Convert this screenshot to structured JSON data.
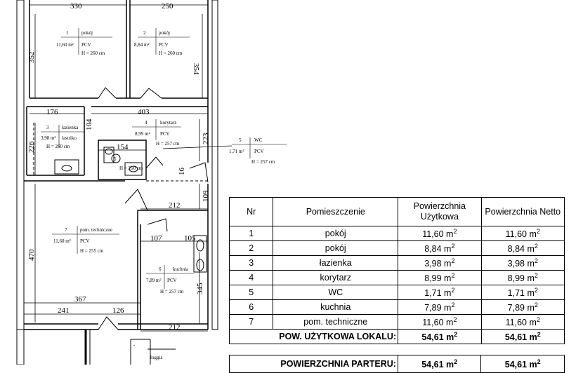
{
  "plan": {
    "dims": {
      "top_left": "330",
      "top_right": "250",
      "room1_h": "352",
      "room2_h": "354",
      "corr_w": "403",
      "bath_w": "176",
      "bath_h": "226",
      "door": "104",
      "wc_w": "154",
      "small16": "16",
      "d223": "223",
      "d109": "109",
      "d212a": "212",
      "d107": "107",
      "d105": "105",
      "d470": "470",
      "d367": "367",
      "d241": "241",
      "d126": "126",
      "d345": "345",
      "d212b": "212"
    },
    "rooms": [
      {
        "nr": "1",
        "name": "pokój",
        "area": "11,60 m²",
        "floor": "PCV",
        "height": "H = 260 cm"
      },
      {
        "nr": "2",
        "name": "pokój",
        "area": "8,84 m²",
        "floor": "PCV",
        "height": "H = 260 cm"
      },
      {
        "nr": "3",
        "name": "łazienka",
        "area": "3,98 m²",
        "floor": "lastriko",
        "height": "H = 260 cm"
      },
      {
        "nr": "4",
        "name": "korytarz",
        "area": "8,99 m²",
        "floor": "PCV",
        "height": "H = 257 cm"
      },
      {
        "nr": "5",
        "name": "WC",
        "area": "1,71 m²",
        "floor": "PCV",
        "height": "H = 257 cm"
      },
      {
        "nr": "6",
        "name": "kuchnia",
        "area": "7,89 m²",
        "floor": "PCV",
        "height": "H = 257 cm"
      },
      {
        "nr": "7",
        "name": "pom. techniczne",
        "area": "11,60 m²",
        "floor": "PCV",
        "height": "H = 255 cm"
      }
    ],
    "wc_circle": "5",
    "wc_inner_h": "H = 260 cm",
    "loggia": "loggia",
    "loggia_dash": "-"
  },
  "table": {
    "headers": {
      "nr": "Nr",
      "room": "Pomieszczenie",
      "usable": "Powierzchnia Użytkowa",
      "net": "Powierzchnia Netto"
    },
    "unit": "m",
    "unit_exp": "2",
    "rows": [
      {
        "nr": "1",
        "room": "pokój",
        "usable": "11,60",
        "net": "11,60"
      },
      {
        "nr": "2",
        "room": "pokój",
        "usable": "8,84",
        "net": "8,84"
      },
      {
        "nr": "3",
        "room": "łazienka",
        "usable": "3,98",
        "net": "3,98"
      },
      {
        "nr": "4",
        "room": "korytarz",
        "usable": "8,99",
        "net": "8,99"
      },
      {
        "nr": "5",
        "room": "WC",
        "usable": "1,71",
        "net": "1,71"
      },
      {
        "nr": "6",
        "room": "kuchnia",
        "usable": "7,89",
        "net": "7,89"
      },
      {
        "nr": "7",
        "room": "pom. techniczne",
        "usable": "11,60",
        "net": "11,60"
      }
    ],
    "total_label": "POW. UŻYTKOWA LOKALU:",
    "total_usable": "54,61",
    "total_net": "54,61",
    "ground_label": "POWIERZCHNIA PARTERU:",
    "ground_usable": "54,61",
    "ground_net": "54,61"
  }
}
